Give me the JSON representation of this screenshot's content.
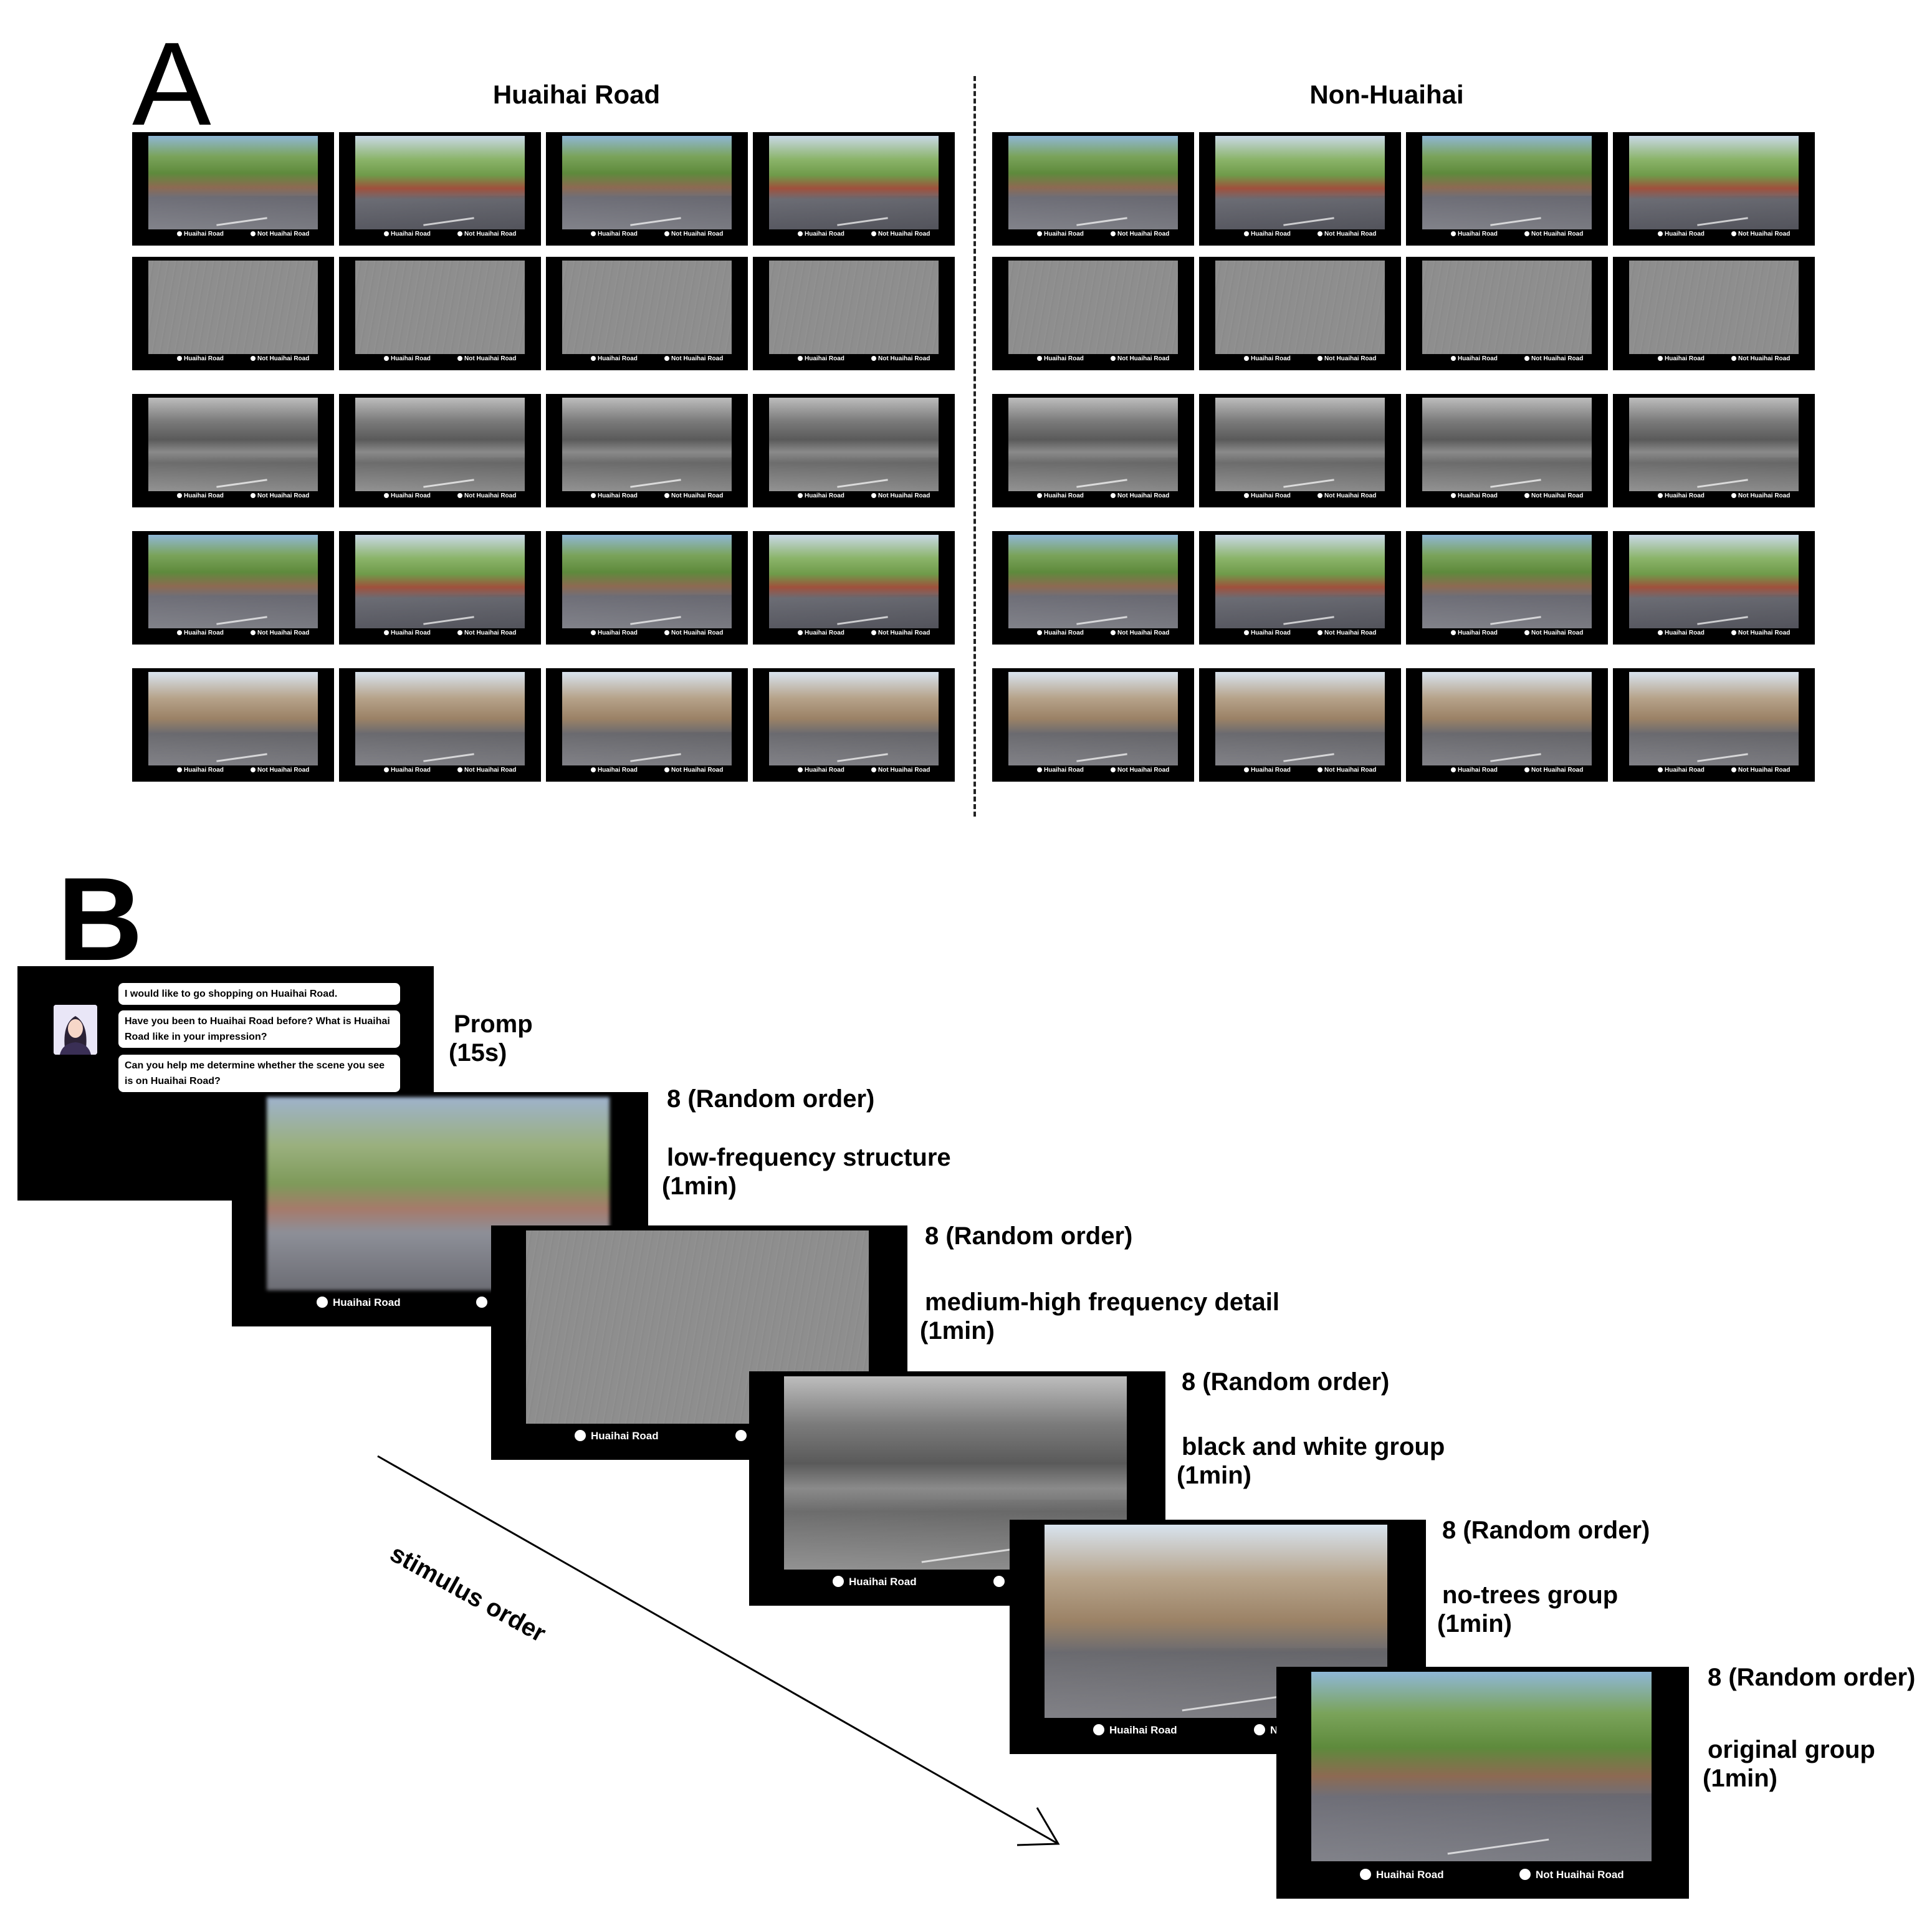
{
  "panel_a": {
    "letter": "A",
    "left_title": "Huaihai Road",
    "right_title": "Non-Huaihai",
    "label_yes": "Huaihai Road",
    "label_no": "Not Huaihai Road",
    "row_styles": [
      "color",
      "emboss",
      "gray",
      "color",
      "notree"
    ]
  },
  "panel_b": {
    "letter": "B",
    "prompt_messages": [
      "I would like to go shopping on Huaihai Road.",
      "Have you been to Huaihai Road before? What is Huaihai Road like in your impression?",
      "Can you help me determine whether the scene you see is on Huaihai Road?"
    ],
    "prompt_label": "Promp",
    "prompt_duration": "(15s)",
    "label_yes": "Huaihai Road",
    "label_no_full": "Not Huaihai Road",
    "label_no_cropped_1": "",
    "label_no_cropped_2": "N",
    "steps": [
      {
        "count": "8 (Random order)",
        "name": "low-frequency structure",
        "duration": "(1min)"
      },
      {
        "count": "8 (Random order)",
        "name": "medium-high frequency detail",
        "duration": "(1min)"
      },
      {
        "count": "8 (Random order)",
        "name": "black and white group",
        "duration": "(1min)"
      },
      {
        "count": "8 (Random order)",
        "name": "no-trees group",
        "duration": "(1min)"
      },
      {
        "count": "8 (Random order)",
        "name": "original group",
        "duration": "(1min)"
      }
    ],
    "arrow_label": "stimulus order"
  },
  "colors": {
    "screen": "#000000",
    "background": "#ffffff",
    "emboss_gray": "#8e8e8e"
  }
}
